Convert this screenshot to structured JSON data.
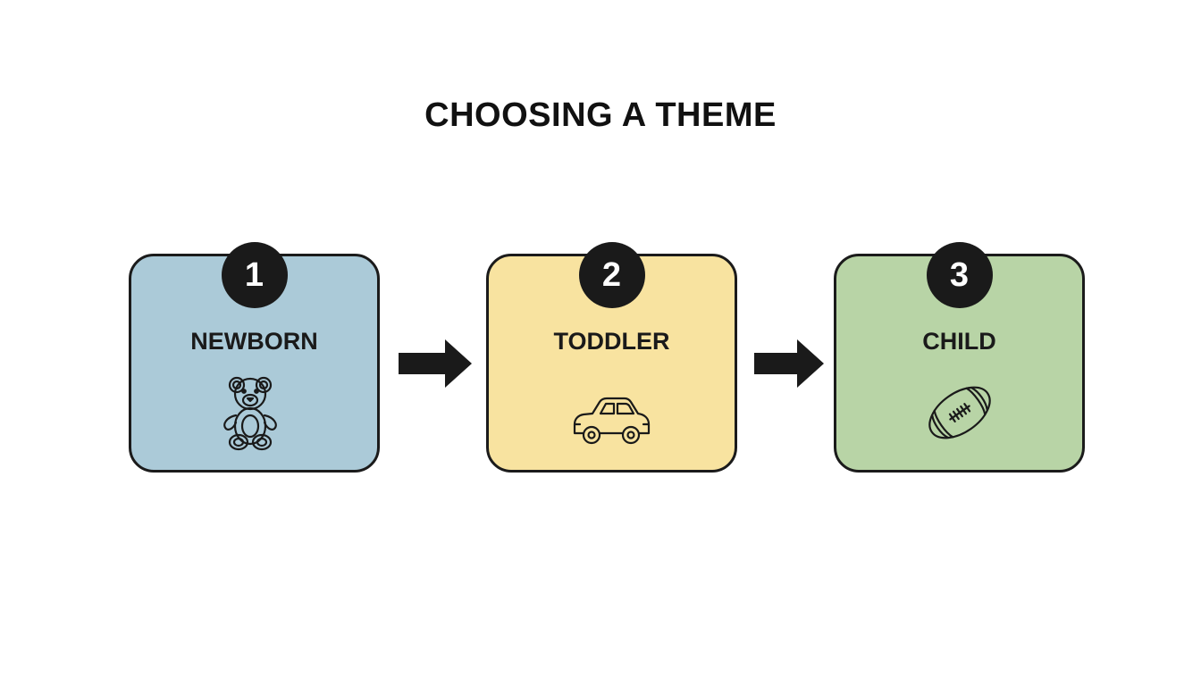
{
  "title": "CHOOSING A THEME",
  "steps": [
    {
      "number": "1",
      "label": "NEWBORN",
      "icon": "teddy-bear-icon",
      "color": "#abcad8"
    },
    {
      "number": "2",
      "label": "TODDLER",
      "icon": "toy-car-icon",
      "color": "#f8e3a0"
    },
    {
      "number": "3",
      "label": "CHILD",
      "icon": "football-icon",
      "color": "#b8d4a6"
    }
  ],
  "arrow_icon": "right-arrow-icon",
  "colors": {
    "outline": "#1a1a1a",
    "background": "#ffffff"
  }
}
